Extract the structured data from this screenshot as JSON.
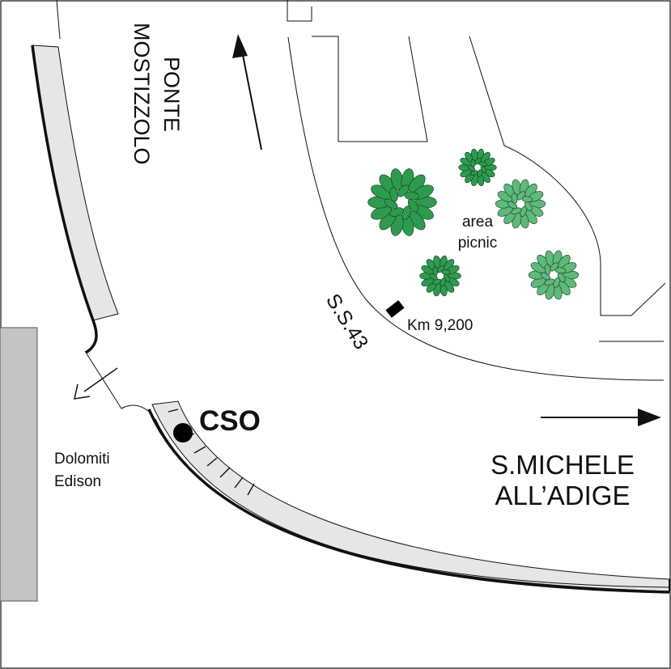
{
  "labels": {
    "ponte": "PONTE",
    "mostizzolo": "MOSTIZZOLO",
    "area": "area",
    "picnic": "picnic",
    "ss43": "S.S.43",
    "km": "Km 9,200",
    "cso": "CSO",
    "s_michele": "S.MICHELE",
    "all_adige": "ALL’ADIGE",
    "dolomiti": "Dolomiti",
    "edison": "Edison"
  },
  "colors": {
    "line": "#111111",
    "sidewalk_fill": "#e6e6e6",
    "building_fill": "#c4c4c4",
    "tree_dark": "#2e9a4e",
    "tree_light": "#5fb97a",
    "station_dot": "#000000"
  },
  "icons": {
    "station": "filled-circle-icon",
    "km_marker": "milestone-marker-icon",
    "trees": "tree-icon"
  }
}
